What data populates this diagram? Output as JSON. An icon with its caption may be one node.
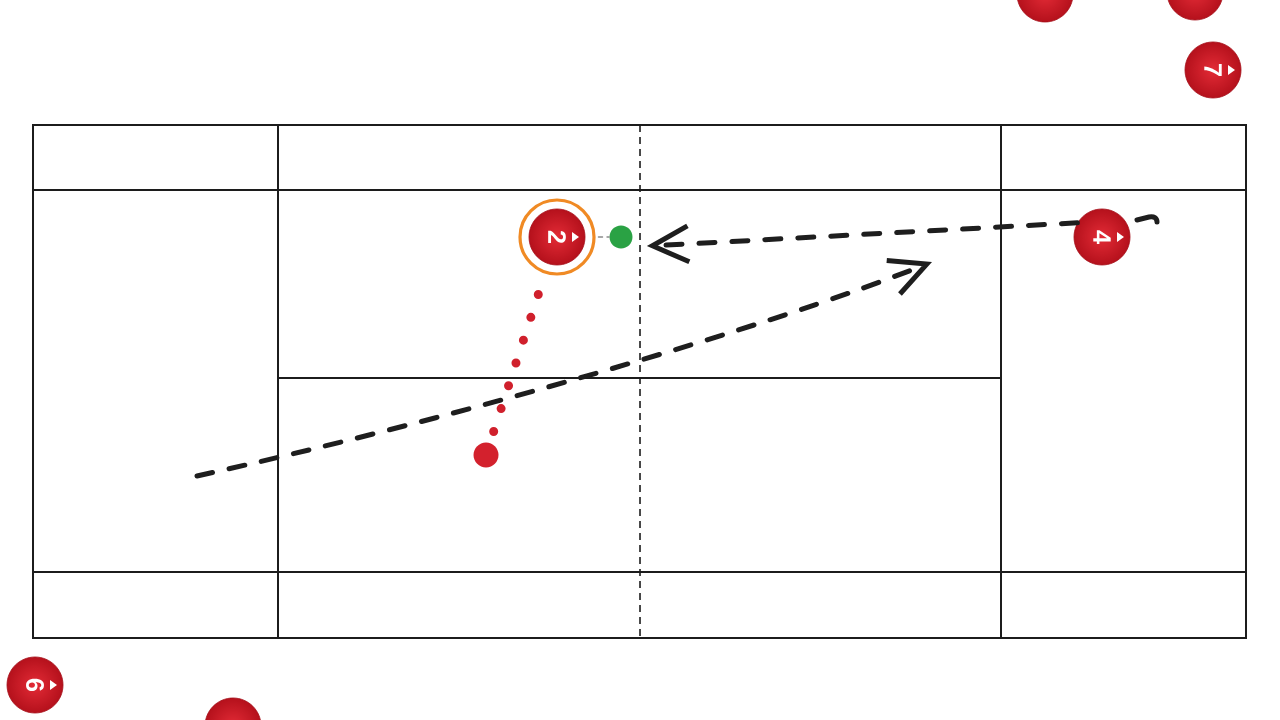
{
  "diagram": {
    "nodes": [
      {
        "text": [],
        "shape": "circle"
      },
      {
        "text": [],
        "shape": "circle"
      },
      {
        "text": [
          "7"
        ]
      },
      {
        "text": [
          "2"
        ]
      },
      {
        "text": [],
        "shape": "circle"
      },
      {
        "text": [
          "4"
        ]
      },
      {
        "text": [],
        "shape": "circle"
      },
      {
        "text": [
          "6"
        ]
      },
      {
        "text": [],
        "shape": "circle"
      }
    ],
    "edges": [
      {
        "from": 3,
        "to": 4,
        "arrow": "none",
        "style": "dashed",
        "color": "#8a8a8a"
      },
      {
        "from": 5,
        "to": 4,
        "arrow": "to",
        "style": "dashed",
        "color": "#1e1e1e"
      },
      {
        "from": 6,
        "to": 3,
        "arrow": "none",
        "style": "dashed",
        "color": "#d0202c"
      }
    ]
  }
}
